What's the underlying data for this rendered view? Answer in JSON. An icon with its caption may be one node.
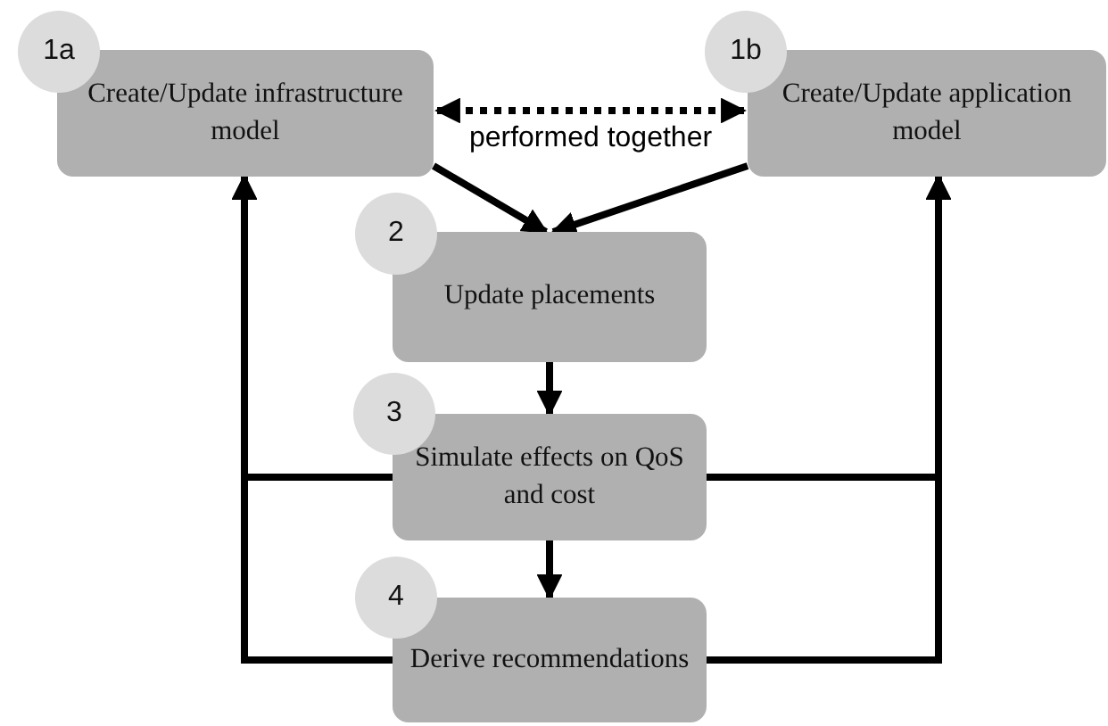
{
  "diagram": {
    "nodes": [
      {
        "text": [
          "Create/Update infrastructure model"
        ],
        "beside": [
          "1a"
        ]
      },
      {
        "text": [
          "Create/Update application model"
        ],
        "beside": [
          "1b"
        ]
      },
      {
        "text": [
          "Update placements"
        ],
        "beside": [
          "2"
        ]
      },
      {
        "text": [
          "Simulate effects on QoS and cost"
        ],
        "beside": [
          "3"
        ]
      },
      {
        "text": [
          "Derive recommendations"
        ],
        "beside": [
          "4"
        ]
      }
    ],
    "edges": [
      {
        "from": 0,
        "to": 1,
        "arrow": "both",
        "style": "dashed",
        "label": "performed together"
      },
      {
        "from": 0,
        "to": 2,
        "arrow": "to"
      },
      {
        "from": 1,
        "to": 2,
        "arrow": "to"
      },
      {
        "from": 2,
        "to": 3,
        "arrow": "to"
      },
      {
        "from": 3,
        "to": 4,
        "arrow": "to"
      },
      {
        "from": 3,
        "to": 0,
        "arrow": "to"
      },
      {
        "from": 4,
        "to": 0,
        "arrow": "to"
      },
      {
        "from": 3,
        "to": 1,
        "arrow": "to"
      },
      {
        "from": 4,
        "to": 1,
        "arrow": "to"
      }
    ]
  }
}
